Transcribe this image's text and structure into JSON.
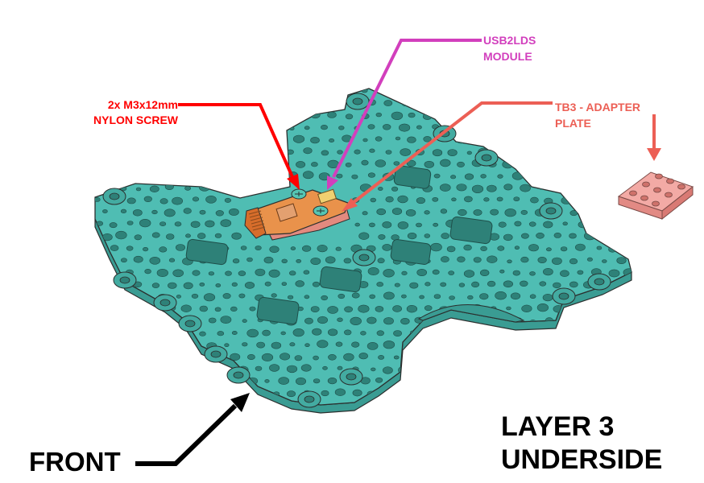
{
  "labels": {
    "screw": {
      "line1": "2x M3x12mm",
      "line2": "NYLON SCREW",
      "color": "#ff0000"
    },
    "usb": {
      "line1": "USB2LDS",
      "line2": "MODULE",
      "color": "#d23fbd"
    },
    "tb3": {
      "line1": "TB3 - ADAPTER",
      "line2": "PLATE",
      "color": "#ec5f55"
    },
    "front": {
      "text": "FRONT",
      "color": "#000000"
    },
    "layer": {
      "line1": "LAYER 3",
      "line2": "UNDERSIDE",
      "color": "#000000"
    }
  },
  "colors": {
    "plate_top": "#4fbdb3",
    "plate_side": "#3a9c93",
    "plate_outline": "#2b2f2e",
    "hole": "#2e8178",
    "module": "#e9924b",
    "module_connector": "#d76d2b",
    "adapter_plate": "#f3aaa5",
    "screw": "#55c6b3"
  },
  "icons": [
    "arrow-to-screw-icon",
    "arrow-to-usb-module-icon",
    "arrow-to-adapter-plate-icon",
    "arrow-down-icon",
    "arrow-front-icon"
  ]
}
